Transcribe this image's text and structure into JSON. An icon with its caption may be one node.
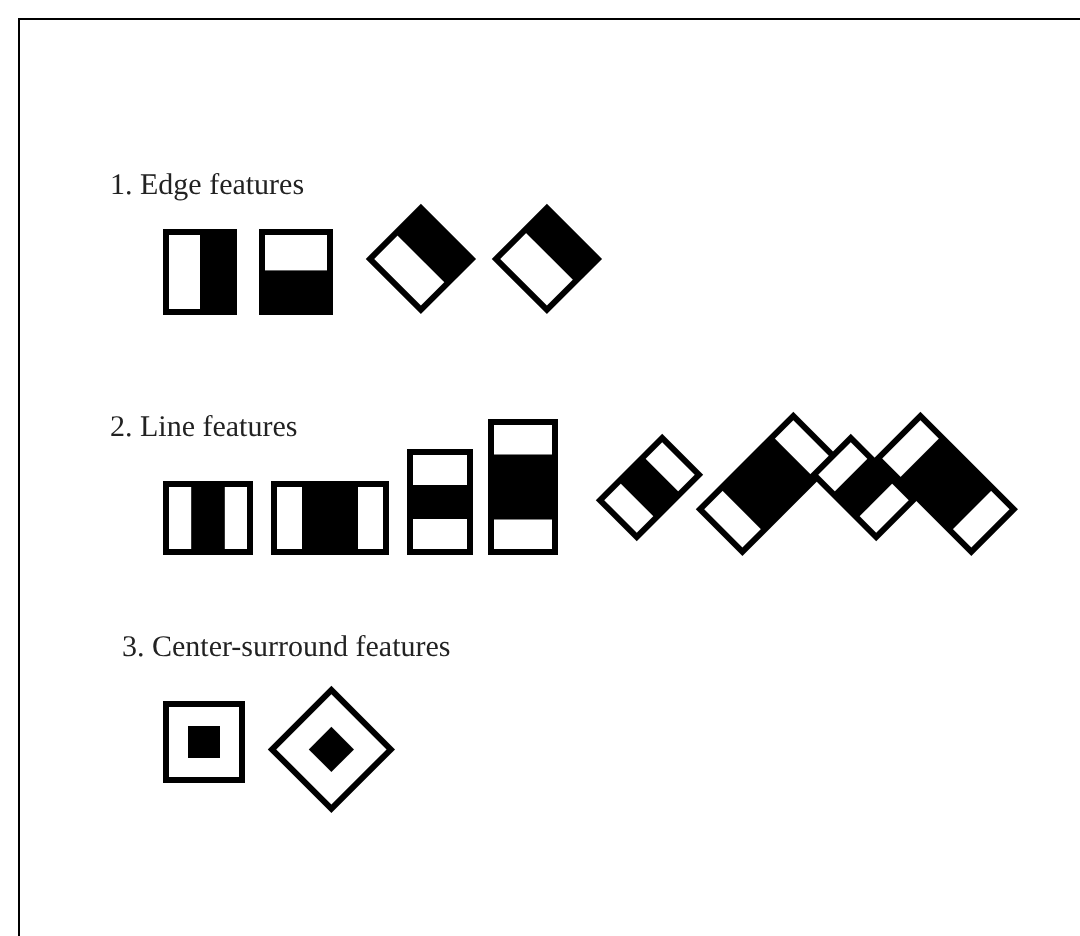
{
  "diagram": {
    "labels": [
      "1. Edge features",
      "2. Line features",
      "3. Center-surround features"
    ]
  }
}
